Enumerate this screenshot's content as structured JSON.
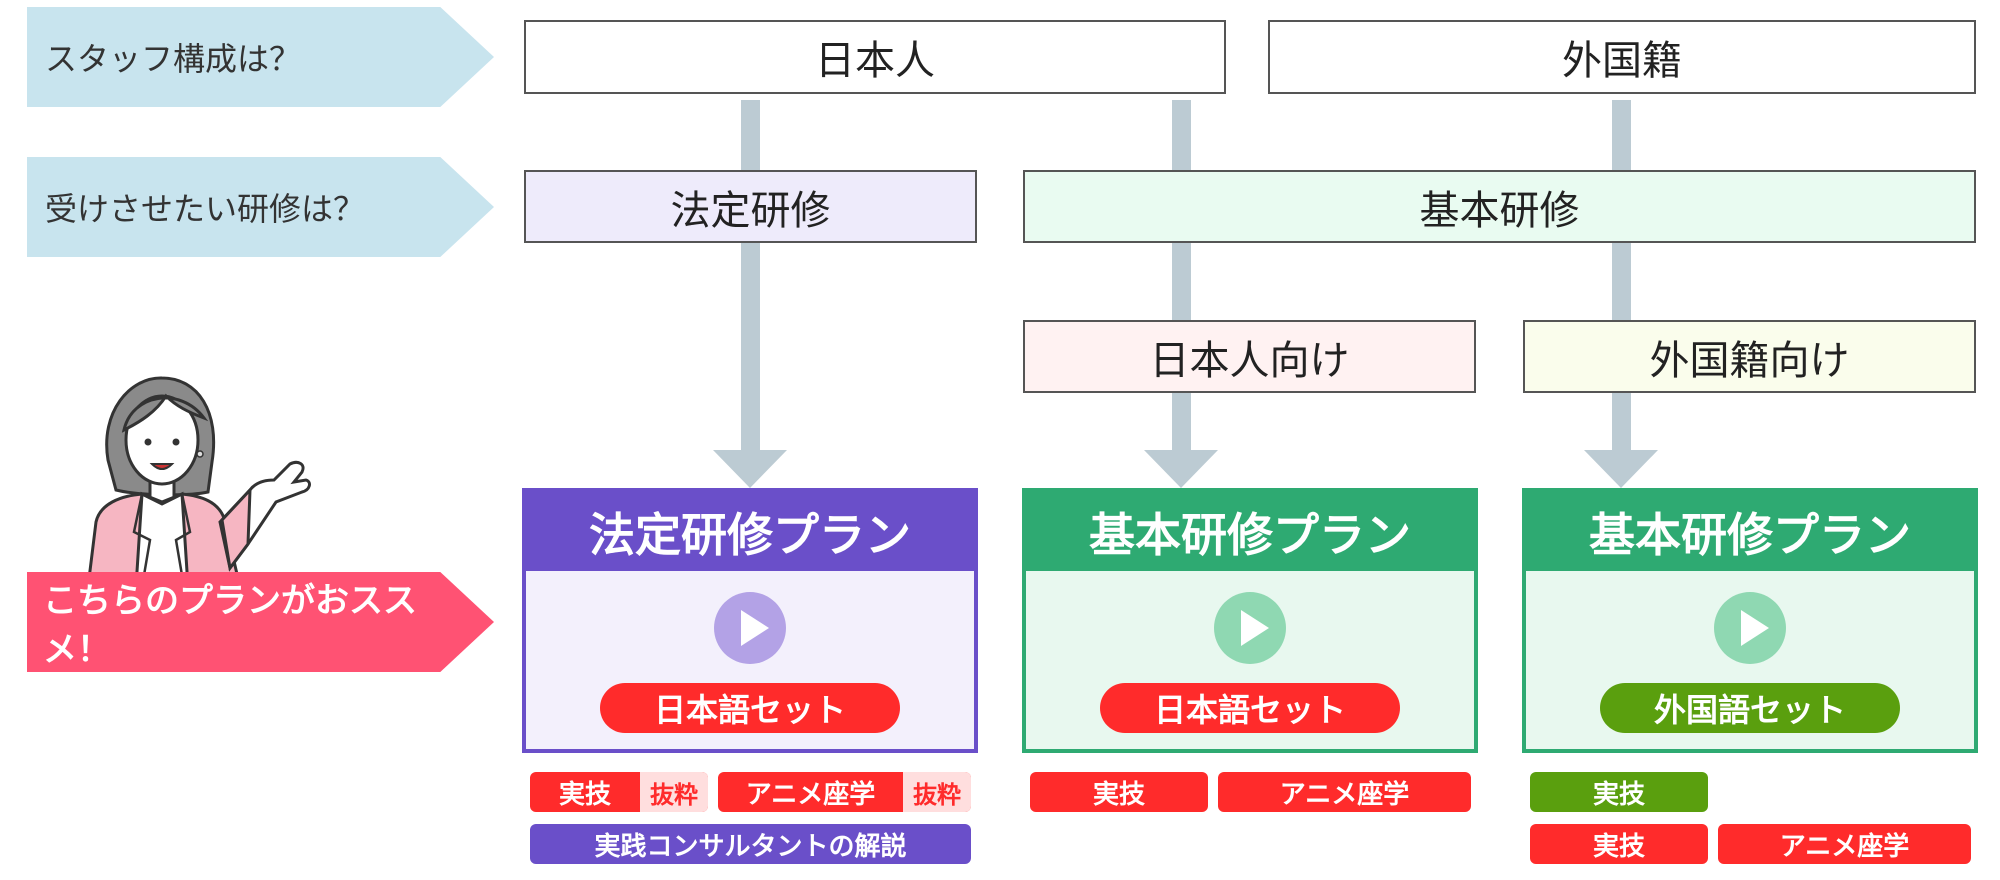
{
  "questions": {
    "staff": "スタッフ構成は？",
    "training": "受けさせたい研修は？",
    "recommend": "こちらのプランがおススメ！"
  },
  "staff_options": {
    "japanese": "日本人",
    "foreign": "外国籍"
  },
  "training_options": {
    "legal": "法定研修",
    "basic": "基本研修"
  },
  "audience_options": {
    "for_japanese": "日本人向け",
    "for_foreign": "外国籍向け"
  },
  "plans": [
    {
      "title": "法定研修プラン",
      "set_label": "日本語セット",
      "tags": [
        {
          "label": "実技",
          "sub": "抜粋"
        },
        {
          "label": "アニメ座学",
          "sub": "抜粋"
        },
        {
          "label": "実践コンサルタントの解説"
        }
      ]
    },
    {
      "title": "基本研修プラン",
      "set_label": "日本語セット",
      "tags": [
        {
          "label": "実技"
        },
        {
          "label": "アニメ座学"
        }
      ]
    },
    {
      "title": "基本研修プラン",
      "set_label": "外国語セット",
      "tags": [
        {
          "label": "実技"
        },
        {
          "label": "実技"
        },
        {
          "label": "アニメ座学"
        }
      ]
    }
  ],
  "colors": {
    "question_arrow": "#c8e4ee",
    "recommend_arrow": "#ff5273",
    "legal_plan": "#6a4fc9",
    "basic_plan": "#2eaa72",
    "play_legal": "#b3a2e6",
    "play_basic": "#8fd8b2",
    "tag_red": "#ff2b2b",
    "tag_green": "#5a9f0e",
    "connector": "#bccbd3"
  },
  "icons": {
    "play": "play-icon",
    "illustration": "woman-presenter-illustration"
  }
}
